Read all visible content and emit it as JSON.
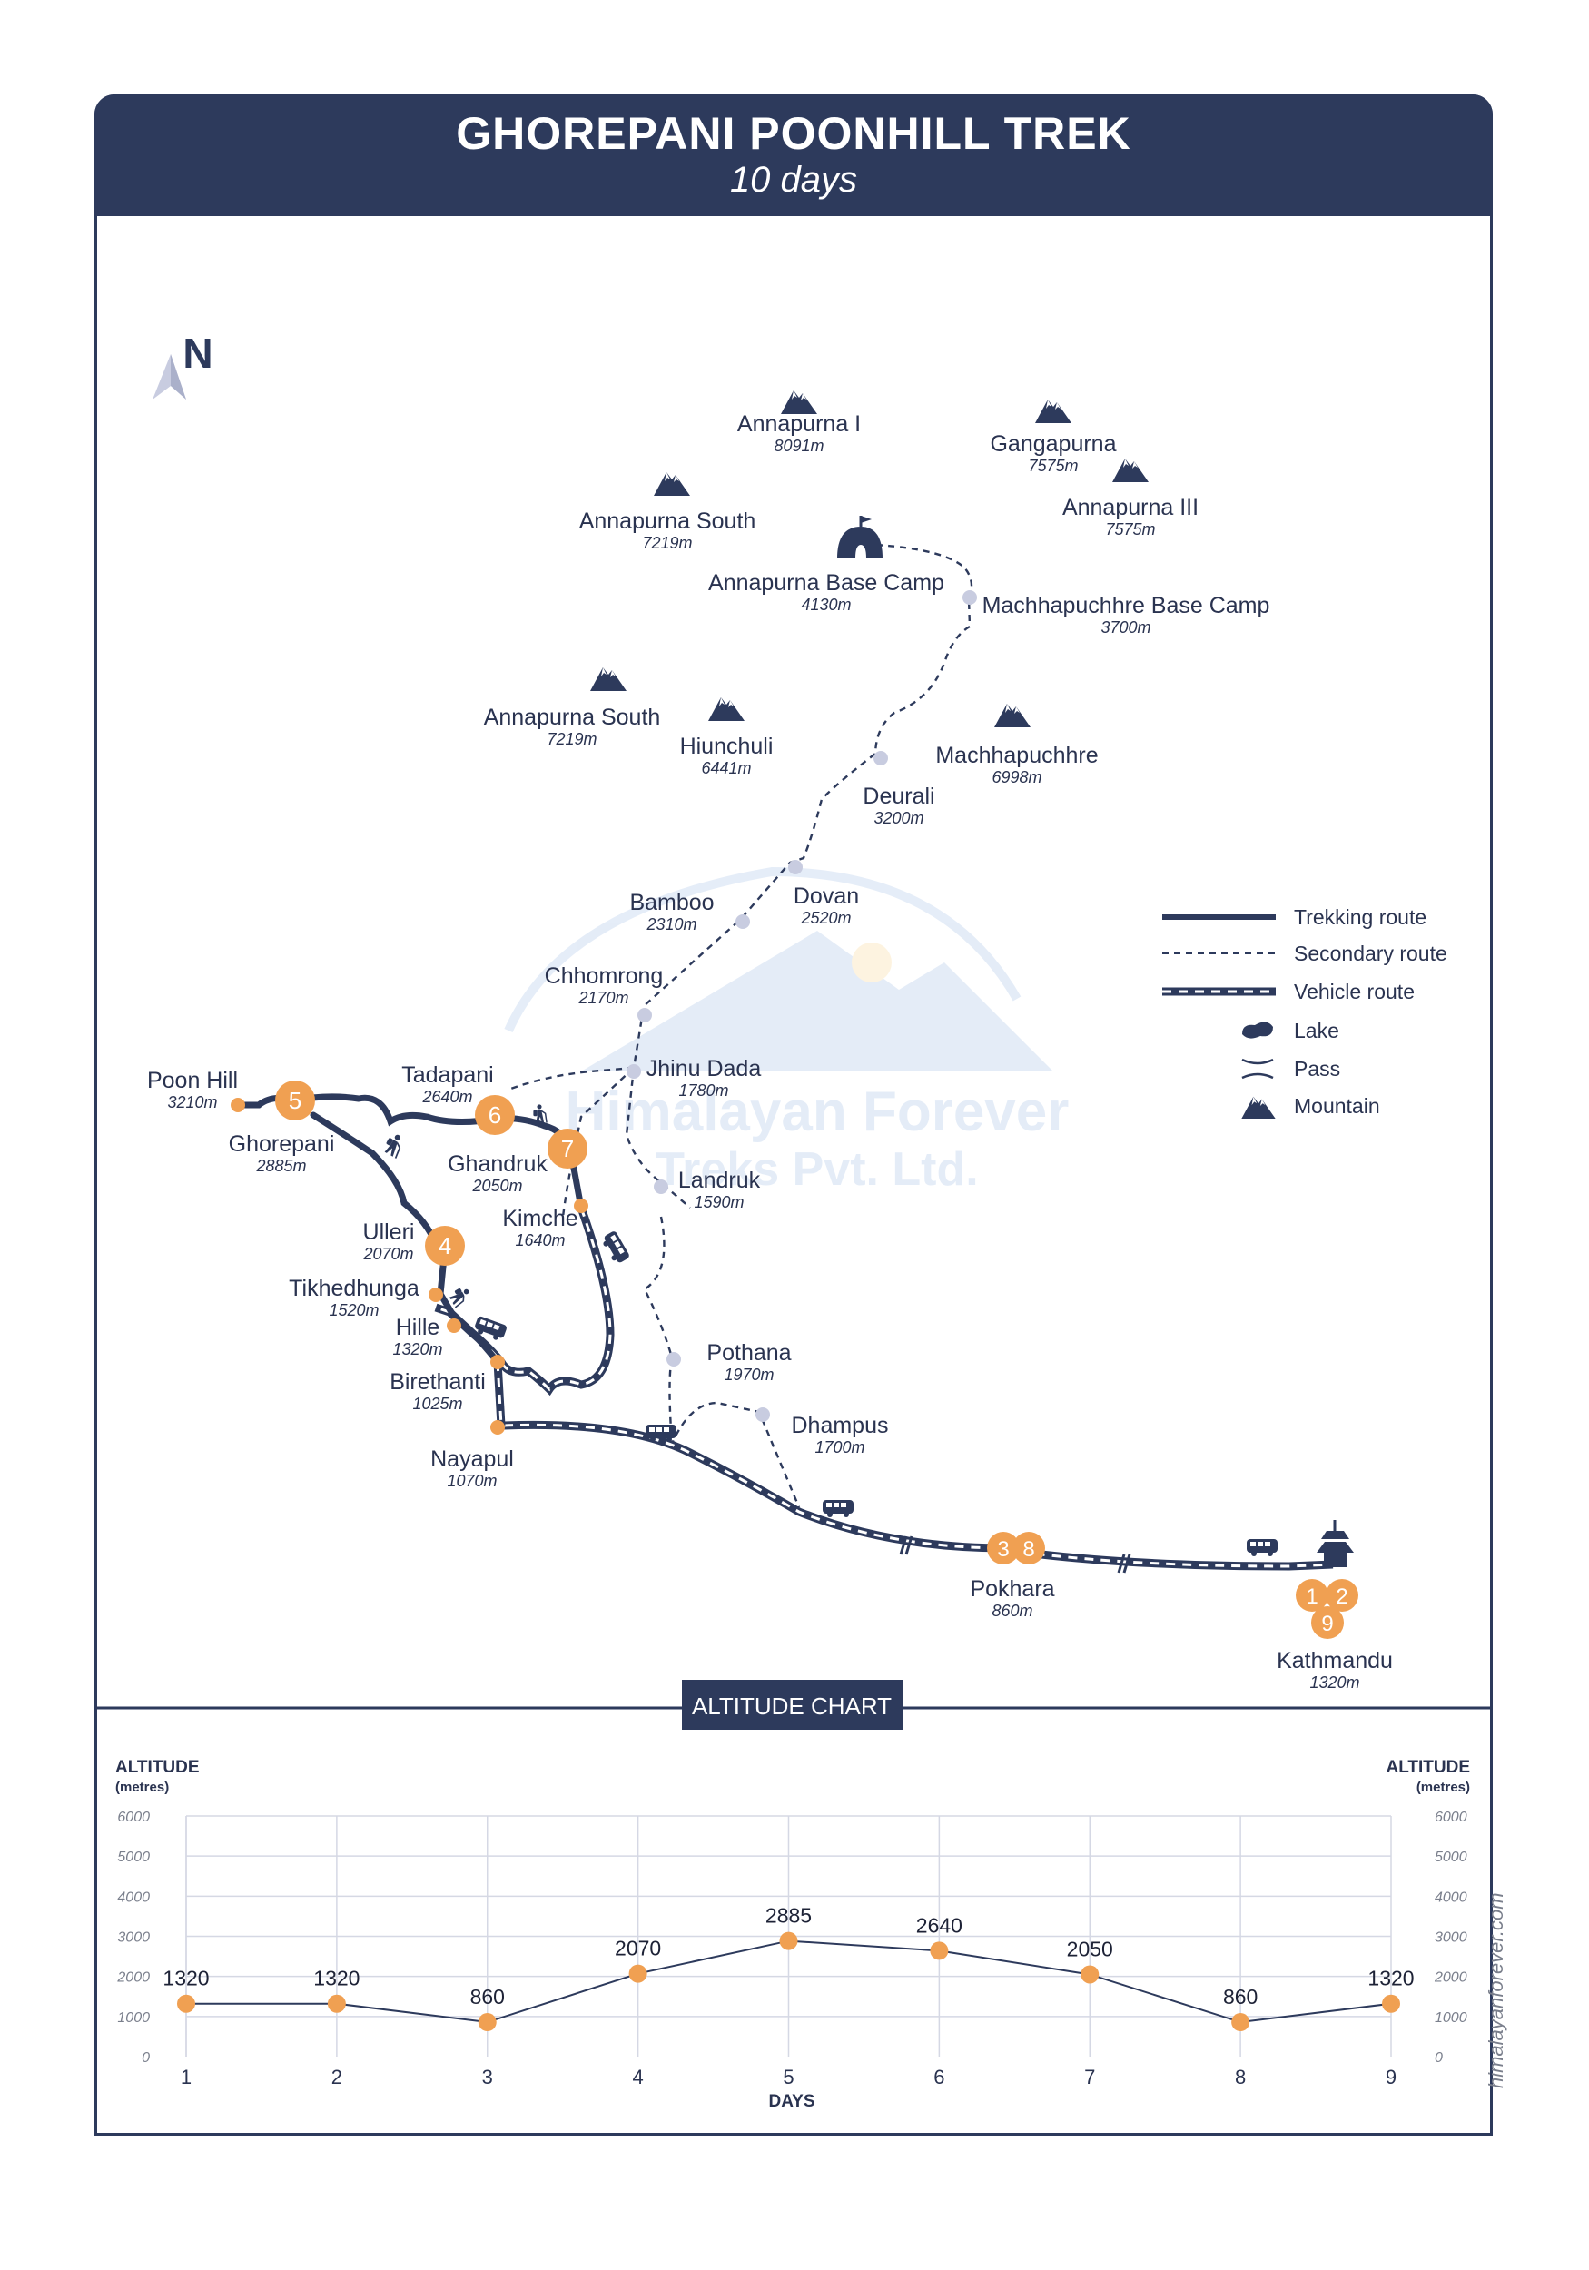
{
  "header": {
    "title": "GHOREPANI POONHILL TREK",
    "subtitle": "10 days"
  },
  "compass": {
    "letter": "N"
  },
  "watermark": {
    "line1": "Himalayan Forever",
    "line2": "Treks Pvt. Ltd.",
    "url": "himalayanforever.com"
  },
  "colors": {
    "route": "#2d3a5c",
    "accent": "#f0a052",
    "point": "#c8cce0",
    "text": "#2a3350"
  },
  "mountains": [
    {
      "name": "Annapurna I",
      "alt": "8091m"
    },
    {
      "name": "Gangapurna",
      "alt": "7575m"
    },
    {
      "name": "Annapurna III",
      "alt": "7575m"
    },
    {
      "name": "Annapurna South",
      "alt": "7219m"
    },
    {
      "name": "Annapurna South",
      "alt": "7219m"
    },
    {
      "name": "Hiunchuli",
      "alt": "6441m"
    },
    {
      "name": "Machhapuchhre",
      "alt": "6998m"
    }
  ],
  "places": [
    {
      "name": "Annapurna Base Camp",
      "alt": "4130m"
    },
    {
      "name": "Machhapuchhre Base Camp",
      "alt": "3700m"
    },
    {
      "name": "Deurali",
      "alt": "3200m"
    },
    {
      "name": "Dovan",
      "alt": "2520m"
    },
    {
      "name": "Bamboo",
      "alt": "2310m"
    },
    {
      "name": "Chhomrong",
      "alt": "2170m"
    },
    {
      "name": "Jhinu Dada",
      "alt": "1780m"
    },
    {
      "name": "Poon Hill",
      "alt": "3210m"
    },
    {
      "name": "Ghorepani",
      "alt": "2885m"
    },
    {
      "name": "Tadapani",
      "alt": "2640m"
    },
    {
      "name": "Ghandruk",
      "alt": "2050m"
    },
    {
      "name": "Landruk",
      "alt": "1590m"
    },
    {
      "name": "Kimche",
      "alt": "1640m"
    },
    {
      "name": "Ulleri",
      "alt": "2070m"
    },
    {
      "name": "Tikhedhunga",
      "alt": "1520m"
    },
    {
      "name": "Hille",
      "alt": "1320m"
    },
    {
      "name": "Birethanti",
      "alt": "1025m"
    },
    {
      "name": "Nayapul",
      "alt": "1070m"
    },
    {
      "name": "Pothana",
      "alt": "1970m"
    },
    {
      "name": "Dhampus",
      "alt": "1700m"
    },
    {
      "name": "Pokhara",
      "alt": "860m"
    },
    {
      "name": "Kathmandu",
      "alt": "1320m"
    }
  ],
  "day_markers": [
    "5",
    "6",
    "7",
    "4",
    "3",
    "8",
    "1",
    "2",
    "9"
  ],
  "legend": [
    {
      "label": "Trekking route",
      "icon": "solid-line"
    },
    {
      "label": "Secondary route",
      "icon": "dashed-line"
    },
    {
      "label": "Vehicle route",
      "icon": "vehicle-line"
    },
    {
      "label": "Lake",
      "icon": "lake-icon"
    },
    {
      "label": "Pass",
      "icon": "pass-icon"
    },
    {
      "label": "Mountain",
      "icon": "mountain-icon"
    }
  ],
  "chart_data": {
    "type": "line",
    "title": "ALTITUDE CHART",
    "xlabel": "DAYS",
    "ylabel": "ALTITUDE",
    "ylabel_unit": "(metres)",
    "x": [
      1,
      2,
      3,
      4,
      5,
      6,
      7,
      8,
      9
    ],
    "values": [
      1320,
      1320,
      860,
      2070,
      2885,
      2640,
      2050,
      860,
      1320
    ],
    "yticks": [
      0,
      1000,
      2000,
      3000,
      4000,
      5000,
      6000
    ],
    "ylim": [
      0,
      6000
    ],
    "grid": true
  }
}
